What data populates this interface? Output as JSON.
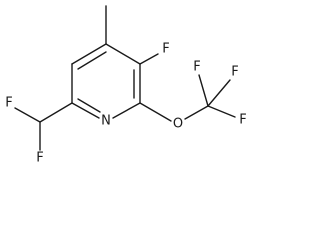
{
  "structure": {
    "atom_labels": {
      "fluorine_top": "F",
      "nitrogen": "N",
      "oxygen": "O",
      "cf3_fluorine_upper_left": "F",
      "cf3_fluorine_upper_right": "F",
      "cf3_fluorine_right": "F",
      "chf2_fluorine_left": "F",
      "chf2_fluorine_bottom": "F"
    }
  },
  "colors": {
    "bond": "#1a1a1a",
    "label": "#1a1a1a",
    "background": "#ffffff"
  }
}
